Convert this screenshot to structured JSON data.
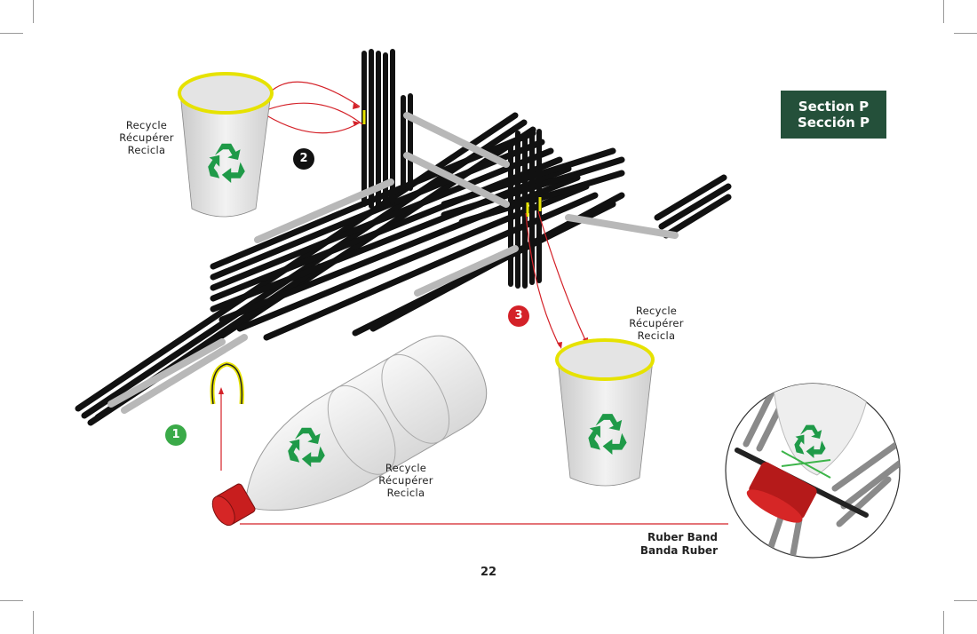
{
  "section": {
    "line1": "Section P",
    "line2": "Sección P",
    "color": "#24503a"
  },
  "page_number": "22",
  "steps": [
    {
      "number": "1",
      "color": "#3aaa48"
    },
    {
      "number": "2",
      "color": "#111111"
    },
    {
      "number": "3",
      "color": "#d42128"
    }
  ],
  "recycle_labels": {
    "cup_left": [
      "Recycle",
      "Récupérer",
      "Recicla"
    ],
    "cup_right": [
      "Recycle",
      "Récupérer",
      "Recicla"
    ],
    "bottle": [
      "Recycle",
      "Récupérer",
      "Recicla"
    ]
  },
  "callout": {
    "line1": "Ruber Band",
    "line2": "Banda Ruber"
  },
  "colors": {
    "arrow": "#d42128",
    "recycle": "#1f9a48",
    "cup_rim": "#e6e200",
    "cap": "#c81e1e",
    "frame": "#1c1c1c"
  }
}
